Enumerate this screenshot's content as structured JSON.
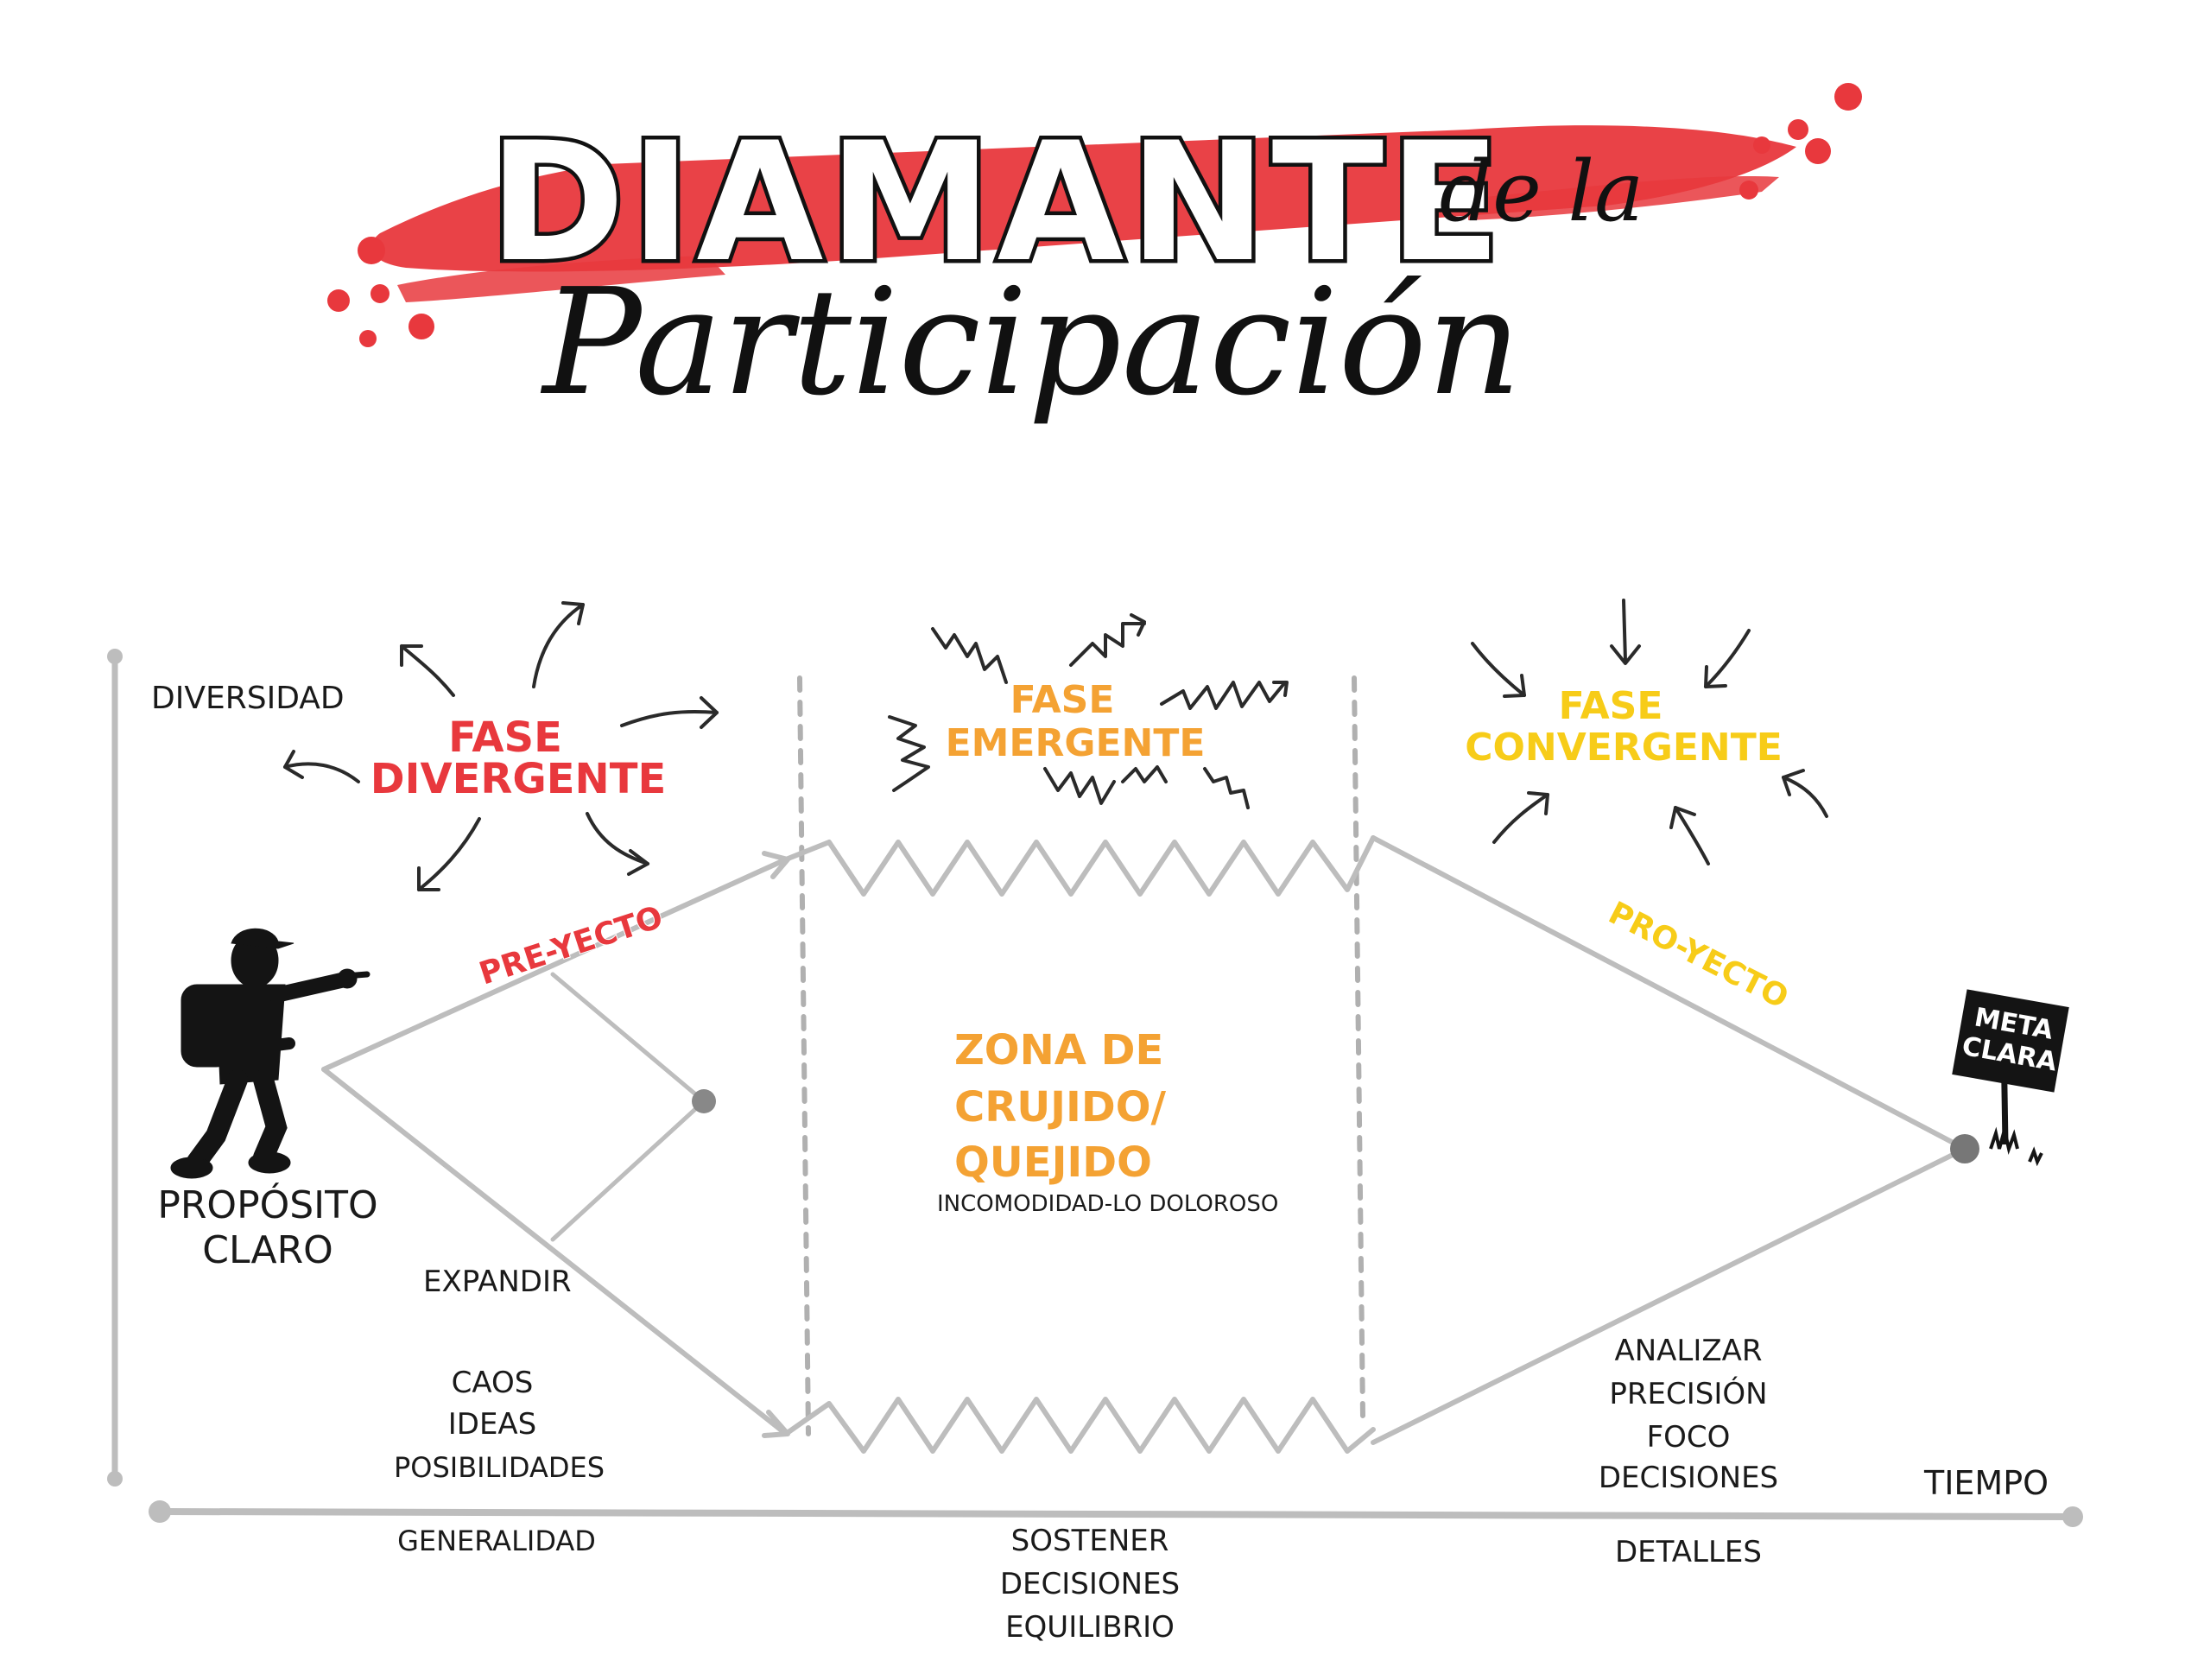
{
  "title": {
    "main": "DIAMANTE",
    "connector": "de la",
    "script": "Participación"
  },
  "colors": {
    "red": "#e8383d",
    "orange": "#f4a233",
    "yellow": "#f7cc18",
    "ink": "#1a1a1a",
    "pencil": "#bdbdbd"
  },
  "axes": {
    "y_label": "DIVERSIDAD",
    "x_label": "TIEMPO"
  },
  "phases": {
    "divergent": {
      "line1": "FASE",
      "line2": "DIVERGENTE"
    },
    "emergent": {
      "line1": "FASE",
      "line2": "EMERGENTE"
    },
    "convergent": {
      "line1": "FASE",
      "line2": "CONVERGENTE"
    }
  },
  "paths": {
    "pre": "PRE-YECTO",
    "pro": "PRO-YECTO"
  },
  "start": {
    "line1": "PROPÓSITO",
    "line2": "CLARO"
  },
  "goal": {
    "line1": "META",
    "line2": "CLARA"
  },
  "zone": {
    "line1": "ZONA DE",
    "line2": "CRUJIDO/",
    "line3": "QUEJIDO",
    "sub": "INCOMODIDAD-LO DOLOROSO"
  },
  "expand": "EXPANDIR",
  "left_notes": [
    "CAOS",
    "IDEAS",
    "POSIBILIDADES"
  ],
  "right_notes": [
    "ANALIZAR",
    "PRECISIÓN",
    "FOCO",
    "DECISIONES"
  ],
  "bottom": {
    "left": "GENERALIDAD",
    "middle": [
      "SOSTENER",
      "DECISIONES",
      "EQUILIBRIO"
    ],
    "right": "DETALLES"
  }
}
